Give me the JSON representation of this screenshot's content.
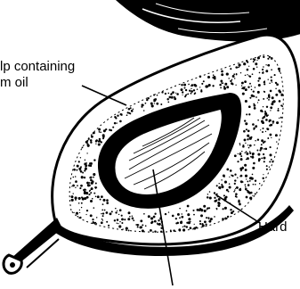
{
  "labels": {
    "pulp_line1": "lp  containing",
    "pulp_line2": "m  oil",
    "shell": "Hard"
  },
  "colors": {
    "ink": "#000000",
    "paper": "#ffffff"
  }
}
